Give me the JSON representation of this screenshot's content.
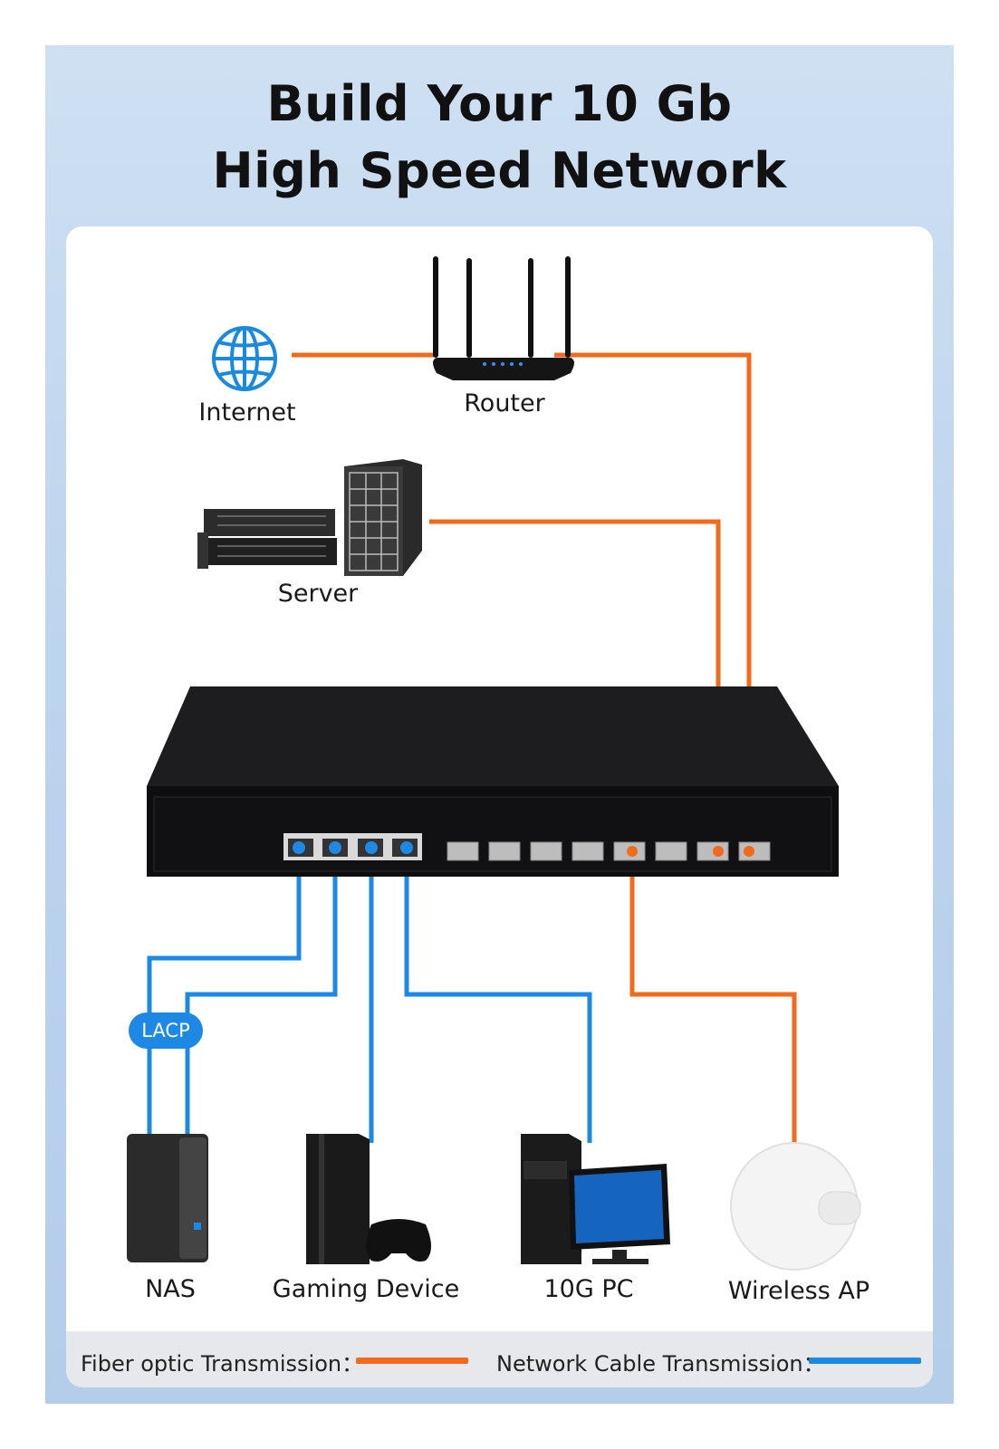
{
  "title": {
    "line1": "Build Your 10 Gb",
    "line2": "High Speed Network"
  },
  "colors": {
    "fiber": "#f26a1b",
    "cable": "#1e88e5",
    "background": "#c4d8ee"
  },
  "nodes": {
    "internet": {
      "label": "Internet",
      "icon": "globe-icon"
    },
    "router": {
      "label": "Router",
      "icon": "router-icon"
    },
    "server": {
      "label": "Server",
      "icon": "server-icon"
    },
    "switch": {
      "icon": "switch-icon"
    },
    "nas": {
      "label": "NAS",
      "icon": "nas-icon"
    },
    "gaming": {
      "label": "Gaming Device",
      "icon": "console-icon"
    },
    "pc": {
      "label": "10G PC",
      "icon": "pc-icon"
    },
    "ap": {
      "label": "Wireless AP",
      "icon": "access-point-icon"
    }
  },
  "lacp": "LACP",
  "legend": {
    "fiber_label": "Fiber optic Transmission：",
    "cable_label": "Network Cable Transmission："
  }
}
